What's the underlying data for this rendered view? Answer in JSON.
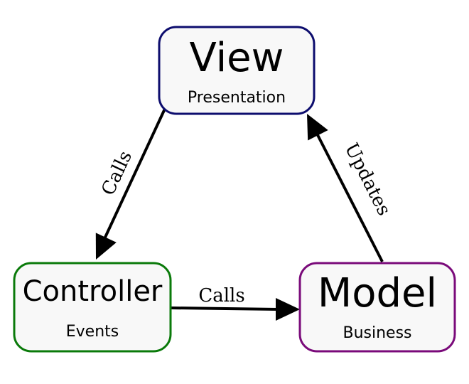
{
  "nodes": {
    "view": {
      "title": "View",
      "subtitle": "Presentation",
      "border_color": "#0d0d6e"
    },
    "controller": {
      "title": "Controller",
      "subtitle": "Events",
      "border_color": "#0a7a0a"
    },
    "model": {
      "title": "Model",
      "subtitle": "Business",
      "border_color": "#7a0a7a"
    }
  },
  "edges": {
    "view_to_controller": {
      "label": "Calls",
      "from": "View",
      "to": "Controller"
    },
    "controller_to_model": {
      "label": "Calls",
      "from": "Controller",
      "to": "Model"
    },
    "model_to_view": {
      "label": "Updates",
      "from": "Model",
      "to": "View"
    }
  },
  "colors": {
    "box_fill": "#f8f8f8",
    "arrow": "#000000"
  }
}
